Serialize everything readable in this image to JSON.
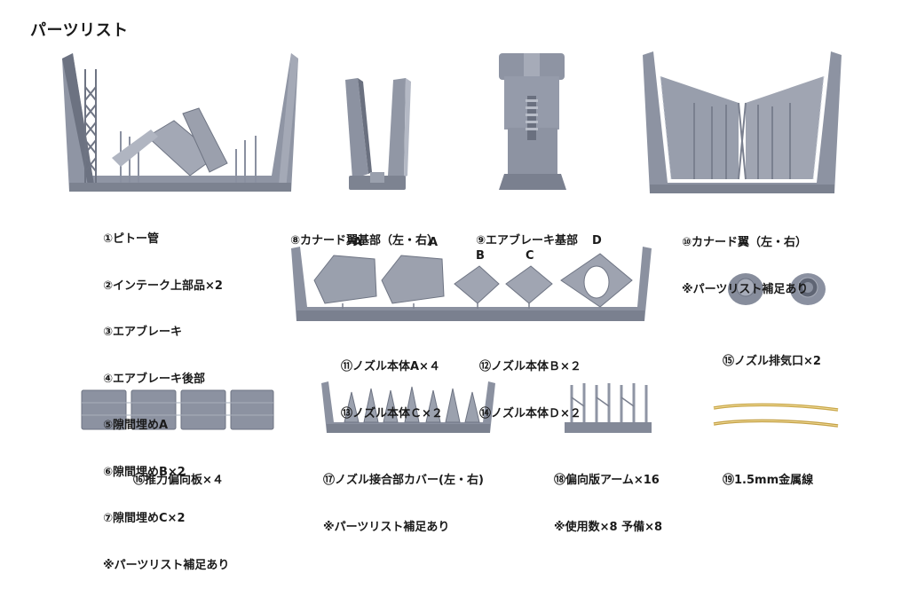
{
  "page_title": "パーツリスト",
  "groups": {
    "g1": [
      "①ピトー管",
      "②インテーク上部品×2",
      "③エアブレーキ",
      "④エアブレーキ後部",
      "⑤隙間埋めA",
      "⑥隙間埋めB×2",
      "⑦隙間埋めC×2",
      "※パーツリスト補足あり"
    ],
    "g8": [
      "⑧カナード翼基部（左・右）"
    ],
    "g9": [
      "⑨エアブレーキ基部"
    ],
    "g10": [
      "⑩カナード翼（左・右）",
      "※パーツリスト補足あり"
    ],
    "g11": [
      "⑪ノズル本体A×４",
      "⑬ノズル本体Ｃ×２"
    ],
    "g12": [
      "⑫ノズル本体Ｂ×２",
      "⑭ノズル本体Ｄ×２"
    ],
    "g15": [
      "⑮ノズル排気口×2"
    ],
    "g16": [
      "⑯推力偏向板×４"
    ],
    "g17": [
      "⑰ノズル接合部カバー(左・右)",
      "※パーツリスト補足あり"
    ],
    "g18": [
      "⑱偏向版アーム×16",
      "※使用数×8 予備×8"
    ],
    "g19": [
      "⑲1.5mm金属線"
    ]
  },
  "nozzle_letters": [
    "A",
    "A",
    "B",
    "C",
    "D"
  ],
  "colors": {
    "resin": "#8a90a0",
    "resin_dark": "#5f6574",
    "resin_light": "#b3b8c4",
    "brass": "#c9a74a"
  }
}
